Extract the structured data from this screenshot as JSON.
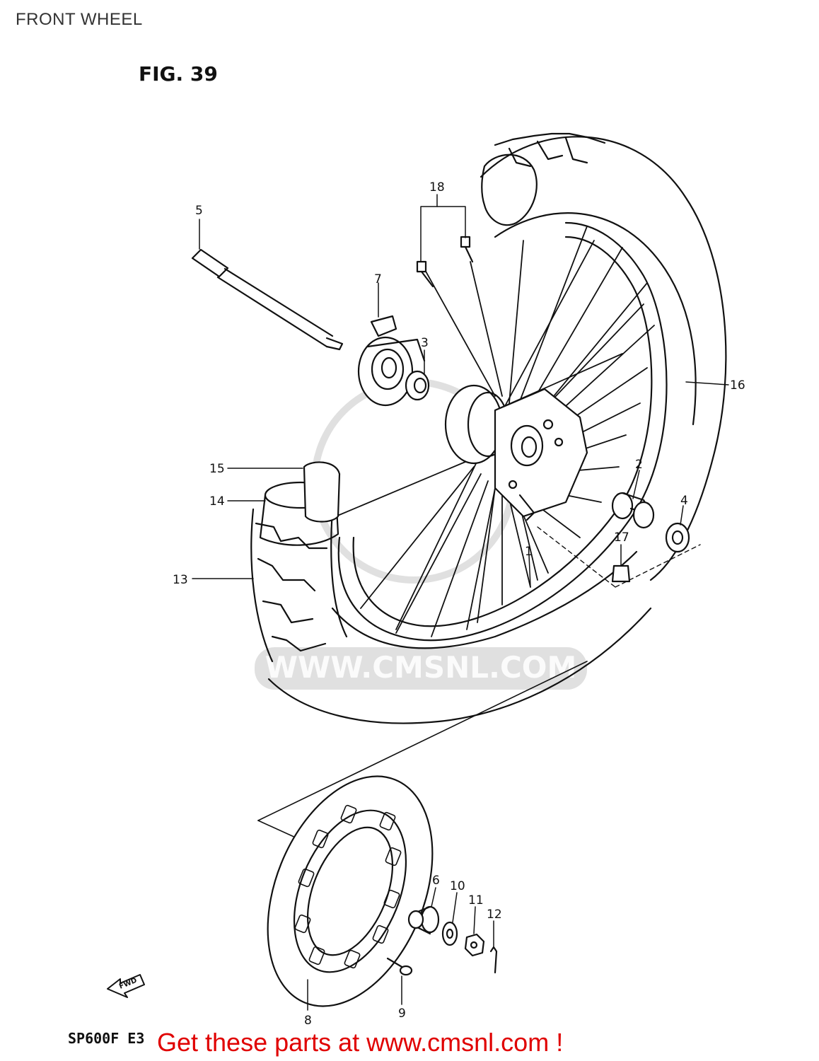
{
  "header": {
    "title": "FRONT WHEEL"
  },
  "figure": {
    "label": "FIG. 39",
    "model_code": "SP600F  E3",
    "direction_marker": "FWD",
    "watermark": "WWW.CMSNL.COM",
    "callouts": [
      "1",
      "2",
      "3",
      "4",
      "5",
      "6",
      "7",
      "8",
      "9",
      "10",
      "11",
      "12",
      "13",
      "14",
      "15",
      "16",
      "17",
      "18"
    ]
  },
  "footer": {
    "banner": "Get these parts at www.cmsnl.com !",
    "banner_color": "#e00000"
  },
  "icons": {
    "fwd_arrow": "fwd-arrow-icon"
  }
}
